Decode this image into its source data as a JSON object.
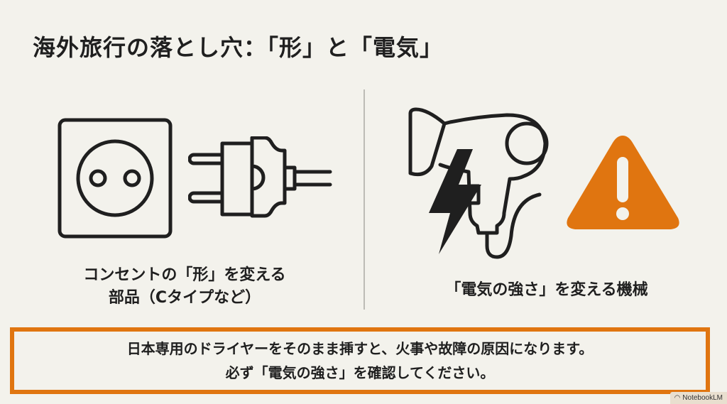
{
  "title": "海外旅行の落とし穴：「形」と「電気」",
  "left_panel": {
    "icons": [
      "outlet-icon",
      "plug-adapter-icon"
    ],
    "caption_line1": "コンセントの「形」を変える",
    "caption_line2": "部品（Cタイプなど）"
  },
  "right_panel": {
    "icons": [
      "lightning-icon",
      "hair-dryer-icon",
      "warning-icon"
    ],
    "caption": "「電気の強さ」を変える機械"
  },
  "notice": {
    "line1": "日本専用のドライヤーをそのまま挿すと、火事や故障の原因になります。",
    "line2": "必ず「電気の強さ」を確認してください。"
  },
  "watermark": "NotebookLM",
  "colors": {
    "background": "#f3f2ec",
    "accent_orange": "#e07510",
    "ink": "#1f1f1f",
    "divider": "#bdbcb6"
  }
}
